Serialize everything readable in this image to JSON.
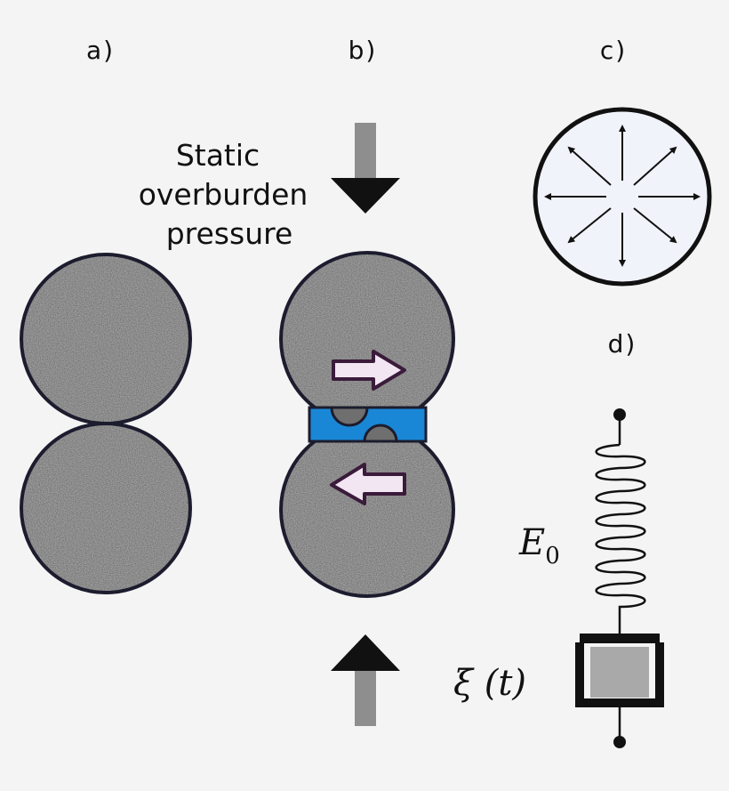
{
  "panel_labels": {
    "a": "a)",
    "b": "b)",
    "c": "c)",
    "d": "d)"
  },
  "pressure_caption": [
    "Static",
    "overburden",
    "pressure"
  ],
  "spring_label": {
    "symbol": "E",
    "subscript": "0"
  },
  "dashpot_label": "ξ (t)",
  "colors": {
    "background": "#f4f4f4",
    "grain_fill": "#6f6f6f",
    "grain_outline": "#1c1c2e",
    "contact_blue": "#1a87d6",
    "load_arrow_shaft": "#8e8e8e",
    "motion_arrow_fill": "#f1e6f1",
    "motion_arrow_outline": "#3a1b3a",
    "wave_circle_fill": "#f1f3fb",
    "dashpot_fill": "#a9a9a9"
  },
  "icons": {
    "load_arrows": "downward-and-upward-load-arrow",
    "shear_arrows": "opposing-shear-arrow",
    "radial_arrows": "radial-expansion-arrows"
  }
}
